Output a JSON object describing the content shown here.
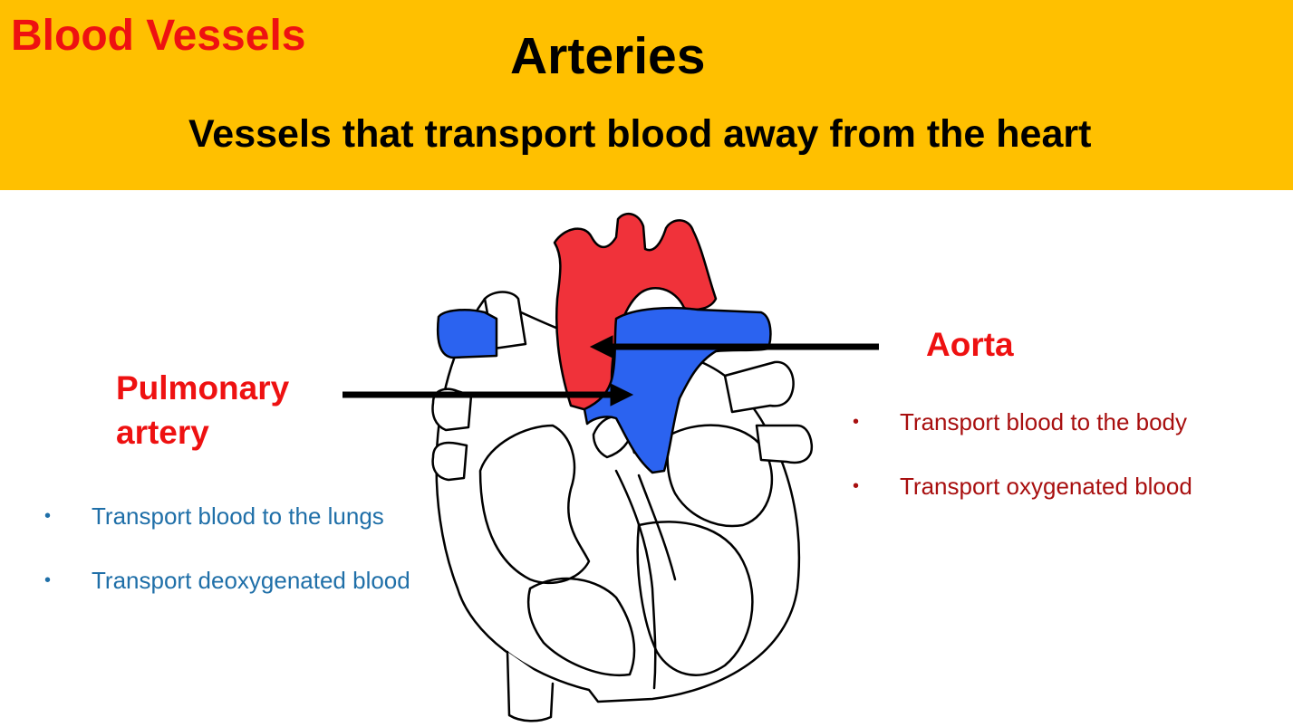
{
  "header": {
    "topic": "Blood Vessels",
    "title": "Arteries",
    "subtitle": "Vessels that transport blood away from the heart"
  },
  "labels": {
    "pulmonary_artery": "Pulmonary artery",
    "aorta": "Aorta"
  },
  "pulmonary_facts": [
    "Transport blood to the lungs",
    "Transport deoxygenated blood"
  ],
  "aorta_facts": [
    "Transport blood to the body",
    "Transport oxygenated blood"
  ],
  "bullet": "•",
  "colors": {
    "banner": "#FFC000",
    "oxygenated": "#F0323A",
    "deoxygenated": "#2B63F0",
    "heading_red": "#EE1111",
    "pulmonary_text": "#1F6FA8",
    "aorta_text": "#A80F0F"
  }
}
